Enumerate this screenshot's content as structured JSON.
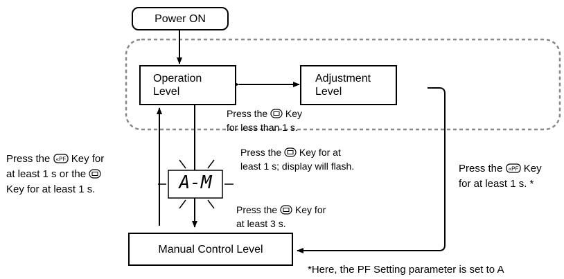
{
  "diagram": {
    "power_on": "Power ON",
    "operation_level": [
      "Operation",
      "Level"
    ],
    "adjustment_level": [
      "Adjustment",
      "Level"
    ],
    "manual_control_level": "Manual Control Level",
    "display_text": "A-M",
    "notes": {
      "press_key_less_1s": [
        "Press the",
        "Key",
        "for less than 1 s."
      ],
      "press_key_1s_flash": [
        "Press the",
        "Key for at",
        "least 1 s; display will flash."
      ],
      "press_key_3s": [
        "Press the",
        "Key for",
        "at least 3 s."
      ],
      "return_left": [
        "Press the",
        "Key  for",
        "at least 1 s or the",
        "Key for at least 1 s."
      ],
      "right_pf": [
        "Press the",
        "Key",
        "for at least 1 s. *"
      ],
      "footnote": "*Here, the PF Setting parameter is set to A"
    },
    "icons": {
      "mode_key": "mode-key-icon",
      "pf_key": "pf-key-icon"
    }
  }
}
